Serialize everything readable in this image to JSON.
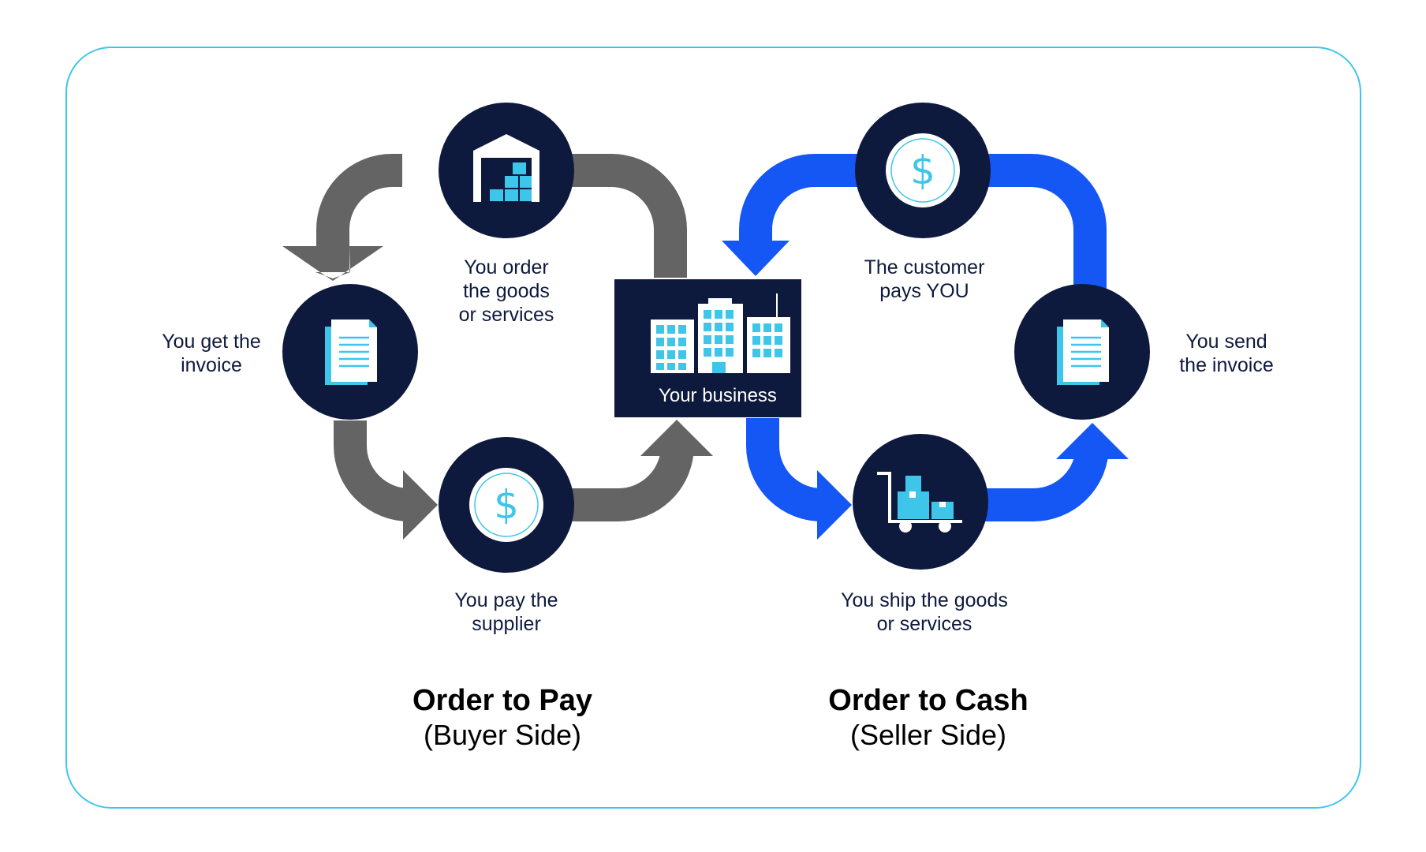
{
  "colors": {
    "frame": "#3ec6ea",
    "node": "#0e1a3d",
    "accent": "#3ec6ea",
    "buyer_arrow": "#646464",
    "seller_arrow": "#1557f5"
  },
  "center": {
    "label": "Your business",
    "icon": "office-buildings-icon"
  },
  "buyer": {
    "title": "Order to Pay",
    "subtitle": "(Buyer Side)",
    "steps": [
      {
        "icon": "warehouse-icon",
        "lines": [
          "You order",
          "the goods",
          "or services"
        ]
      },
      {
        "icon": "invoice-document-icon",
        "lines": [
          "You get the",
          "invoice"
        ]
      },
      {
        "icon": "dollar-coin-icon",
        "lines": [
          "You pay the",
          "supplier"
        ]
      }
    ]
  },
  "seller": {
    "title": "Order to Cash",
    "subtitle": "(Seller Side)",
    "steps": [
      {
        "icon": "dollar-coin-icon",
        "lines": [
          "The customer",
          "pays YOU"
        ]
      },
      {
        "icon": "invoice-document-icon",
        "lines": [
          "You send",
          "the invoice"
        ]
      },
      {
        "icon": "hand-truck-boxes-icon",
        "lines": [
          "You ship the goods",
          "or services"
        ]
      }
    ]
  }
}
